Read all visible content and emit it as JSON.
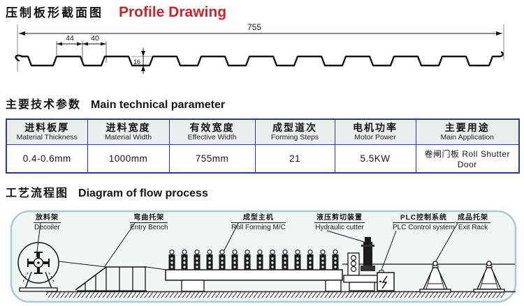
{
  "header": {
    "title_cn": "压制板形截面图",
    "title_en": "Profile Drawing"
  },
  "profile": {
    "dim_overall": "755",
    "dim_rib": "44",
    "dim_valley": "40",
    "dim_height": "16"
  },
  "params": {
    "title_cn": "主要技术参数",
    "title_en": "Main technical parameter",
    "columns": [
      {
        "cn": "进料板厚",
        "en": "Material Thickness",
        "value": "0.4-0.6mm"
      },
      {
        "cn": "进料宽度",
        "en": "Material Width",
        "value": "1000mm"
      },
      {
        "cn": "有效宽度",
        "en": "Effective Width",
        "value": "755mm"
      },
      {
        "cn": "成型道次",
        "en": "Forming Steps",
        "value": "21"
      },
      {
        "cn": "电机功率",
        "en": "Motor Power",
        "value": "5.5KW"
      },
      {
        "cn": "主要用途",
        "en": "Main Application",
        "value": "卷闸门板  Roll Shutter Door"
      }
    ]
  },
  "flow": {
    "title_cn": "工艺流程图",
    "title_en": "Diagram of flow process",
    "labels": [
      {
        "cn": "放料架",
        "en": "Decoiler"
      },
      {
        "cn": "弯曲托架",
        "en": "Entry Bench"
      },
      {
        "cn": "成型主机",
        "en": "Roll Forming M/C"
      },
      {
        "cn": "液压剪切装置",
        "en": "Hydraulic cutter"
      },
      {
        "cn": "PLC控制系统",
        "en": "PLC  Control system"
      },
      {
        "cn": "成品托架",
        "en": "Exit Rack"
      }
    ]
  },
  "colors": {
    "accent_red": "#c9232b",
    "table_border": "#2b3a8c",
    "panel_border": "#aac8d6",
    "panel_bg": "#f0f6f1"
  }
}
